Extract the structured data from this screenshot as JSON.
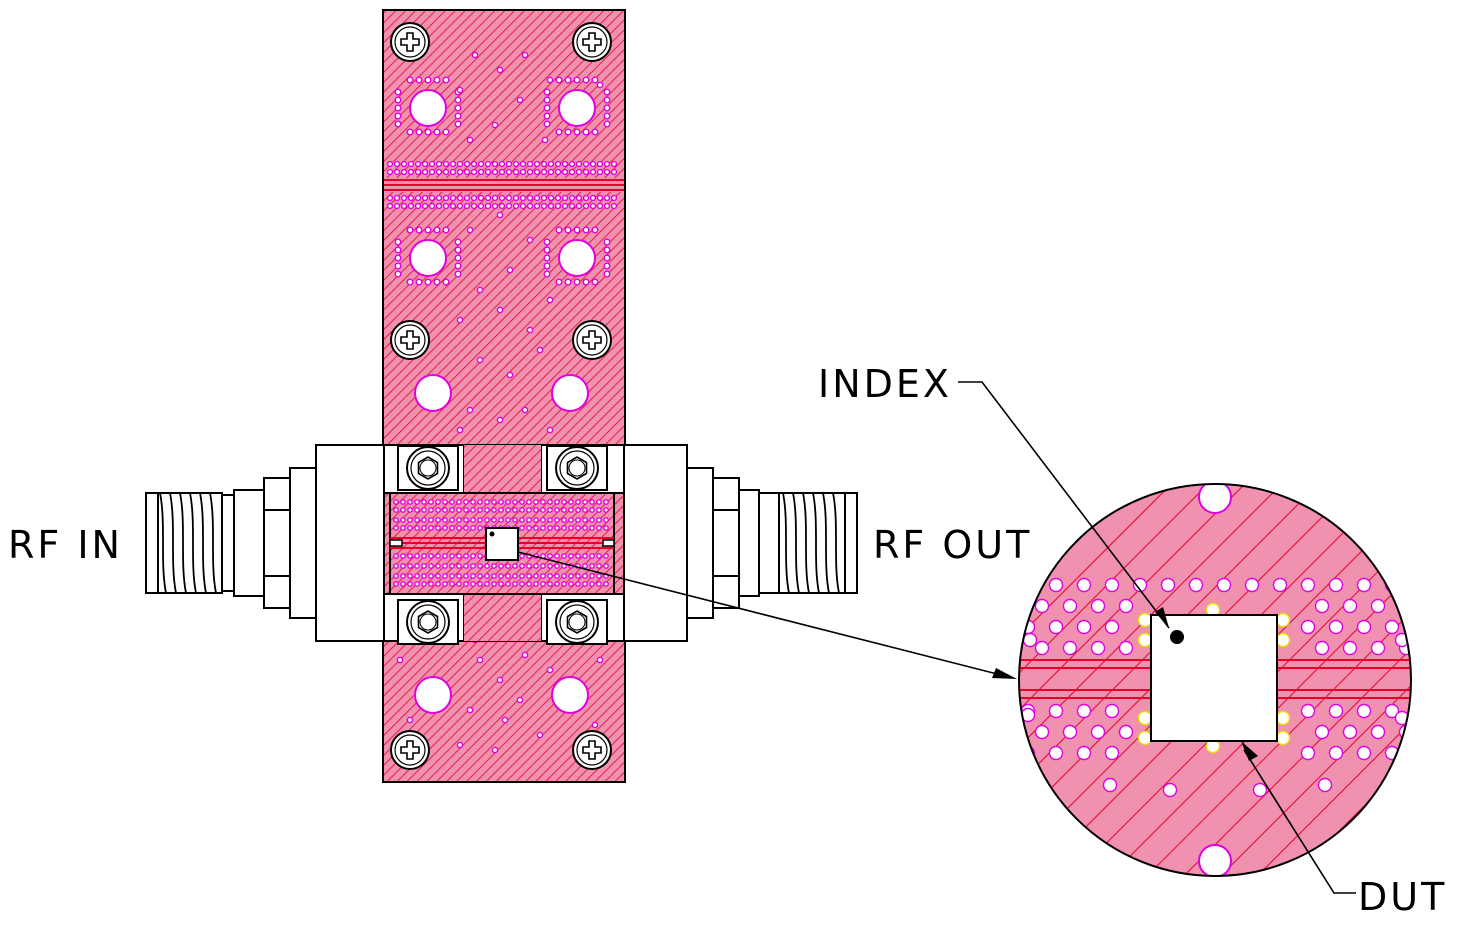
{
  "labels": {
    "rf_in": "RF IN",
    "rf_out": "RF OUT",
    "index": "INDEX",
    "dut": "DUT"
  },
  "colors": {
    "board": "#ef91af",
    "hatch": "#e8002a",
    "via": "#e000e0",
    "pad": "#e8e000",
    "outline": "#000000"
  }
}
